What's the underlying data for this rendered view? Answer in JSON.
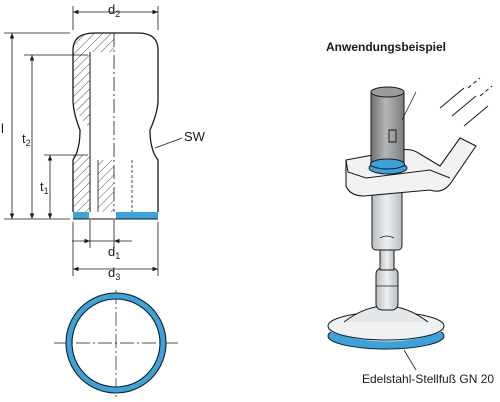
{
  "labels": {
    "d2": {
      "main": "d",
      "sub": "2"
    },
    "d1": {
      "main": "d",
      "sub": "1"
    },
    "d3": {
      "main": "d",
      "sub": "3"
    },
    "l": {
      "main": "l"
    },
    "t2": {
      "main": "t",
      "sub": "2"
    },
    "t1": {
      "main": "t",
      "sub": "1"
    },
    "sw": {
      "main": "SW"
    }
  },
  "example_title": "Anwendungsbeispiel",
  "example_caption": "Edelstahl-Stellfuß GN 20",
  "colors": {
    "line": "#1a1a1a",
    "hatch": "#555555",
    "body_shade": "#d9dde0",
    "accent_blue": "#3aa3dc",
    "pin_grey": "#8a8c8e"
  }
}
